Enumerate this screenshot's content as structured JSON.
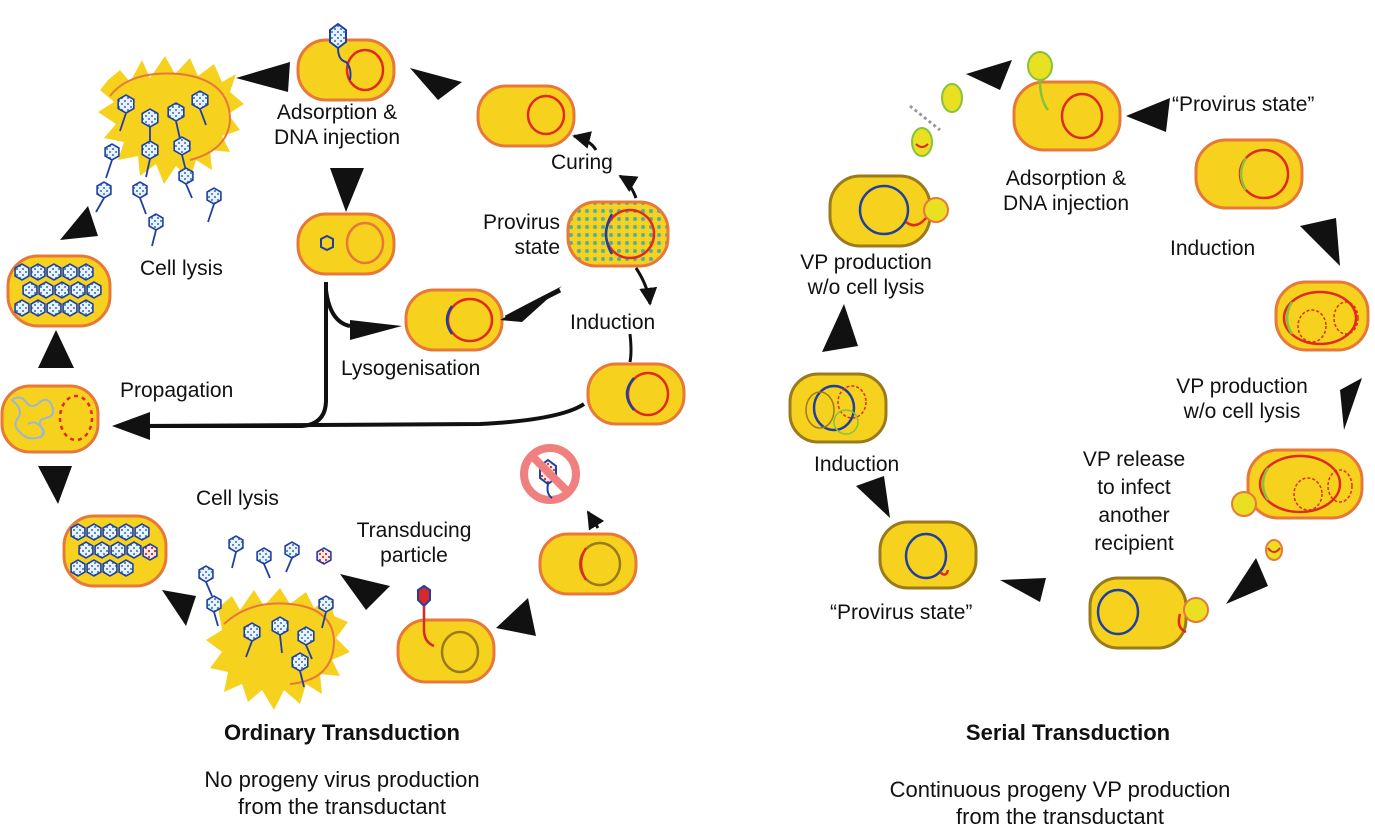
{
  "ordinary": {
    "title": "Ordinary Transduction",
    "subtitle_line1": "No progeny virus production",
    "subtitle_line2": "from the transductant",
    "labels": {
      "adsorption_line1": "Adsorption &",
      "adsorption_line2": "DNA injection",
      "cell_lysis_top": "Cell lysis",
      "curing": "Curing",
      "provirus_line1": "Provirus",
      "provirus_line2": "state",
      "induction": "Induction",
      "lysogenisation": "Lysogenisation",
      "propagation": "Propagation",
      "cell_lysis_bottom": "Cell lysis",
      "transducing_line1": "Transducing",
      "transducing_line2": "particle"
    }
  },
  "serial": {
    "title": "Serial Transduction",
    "subtitle_line1": "Continuous progeny VP production",
    "subtitle_line2": "from the transductant",
    "labels": {
      "provirus_top": "“Provirus state”",
      "adsorption_line1": "Adsorption &",
      "adsorption_line2": "DNA injection",
      "induction_right": "Induction",
      "vp_prod_left_line1": "VP production",
      "vp_prod_left_line2": "w/o cell lysis",
      "vp_prod_right_line1": "VP production",
      "vp_prod_right_line2": "w/o cell lysis",
      "induction_left": "Induction",
      "vp_release_line1": "VP release",
      "vp_release_line2": "to infect",
      "vp_release_line3": "another",
      "vp_release_line4": "recipient",
      "provirus_bottom": "“Provirus state”"
    }
  },
  "colors": {
    "cell_fill": "#f6d21f",
    "cell_border": "#e87838",
    "cell_border_dark": "#9b7a1c",
    "chromosome": "#e02a20",
    "phage_dna": "#2040a0",
    "provirus_green": "#86c23a",
    "phage_head": "#6fa6d8",
    "arrow": "#111111"
  }
}
